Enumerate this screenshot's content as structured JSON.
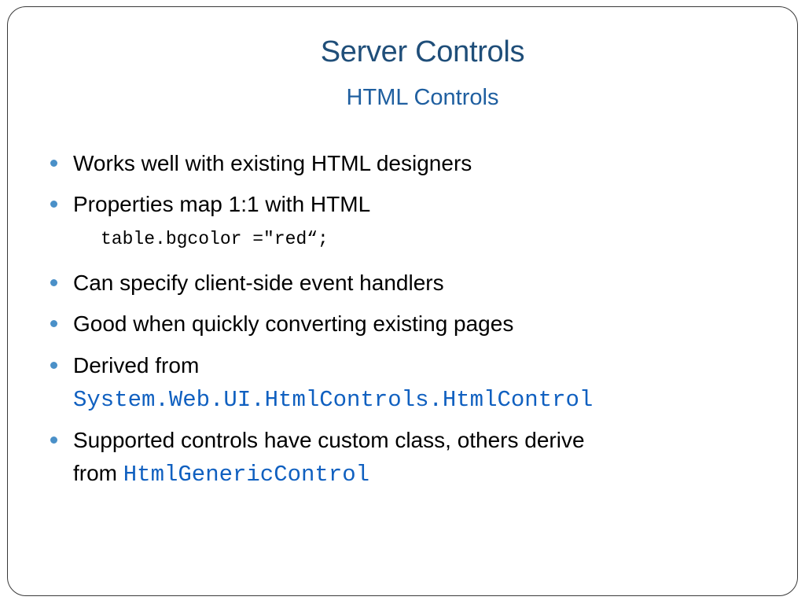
{
  "slide": {
    "title": "Server Controls",
    "subtitle": "HTML Controls",
    "bullets": [
      {
        "text": "Works well with existing HTML designers"
      },
      {
        "text": "Properties map 1:1 with HTML",
        "code_example": "table.bgcolor =\"red“;"
      },
      {
        "text": "Can specify client-side event handlers"
      },
      {
        "text": "Good when quickly converting existing pages"
      },
      {
        "text": "Derived from",
        "code": "System.Web.UI.HtmlControls.HtmlControl"
      },
      {
        "text_line1": "Supported controls have custom class, others derive",
        "text_line2_prefix": "from ",
        "code": "HtmlGenericControl"
      }
    ]
  },
  "colors": {
    "title": "#1f4e79",
    "subtitle": "#1f5fa0",
    "bullet_dot": "#4a90c8",
    "code": "#1060c0",
    "text": "#000000",
    "border": "#3a3a3a"
  }
}
